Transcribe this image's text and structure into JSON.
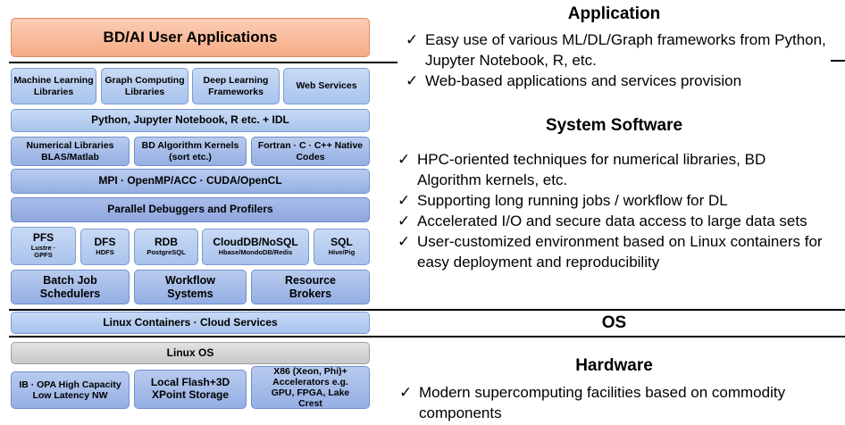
{
  "stack": {
    "user_apps": "BD/AI User Applications",
    "apps_row": [
      "Machine Learning Libraries",
      "Graph Computing Libraries",
      "Deep Learning Frameworks",
      "Web Services"
    ],
    "python_row": "Python, Jupyter Notebook, R etc. + IDL",
    "libs_row": [
      "Numerical Libraries BLAS/Matlab",
      "BD Algorithm Kernels (sort etc.)",
      "Fortran · C · C++ Native Codes"
    ],
    "mpi_row": "MPI · OpenMP/ACC · CUDA/OpenCL",
    "debug_row": "Parallel Debuggers and Profilers",
    "storage_row": [
      {
        "title": "PFS",
        "sub": "Lustre · GPFS"
      },
      {
        "title": "DFS",
        "sub": "HDFS"
      },
      {
        "title": "RDB",
        "sub": "PostgreSQL"
      },
      {
        "title": "CloudDB/NoSQL",
        "sub": "Hbase/MondoDB/Redis"
      },
      {
        "title": "SQL",
        "sub": "Hive/Pig"
      }
    ],
    "sched_row": [
      "Batch Job Schedulers",
      "Workflow Systems",
      "Resource Brokers"
    ],
    "containers_row": "Linux Containers · Cloud Services",
    "linux_os": "Linux OS",
    "hw_row": [
      "IB · OPA High Capacity Low Latency NW",
      "Local Flash+3D XPoint Storage",
      "X86 (Xeon, Phi)+ Accelerators e.g. GPU, FPGA, Lake Crest"
    ]
  },
  "sections": {
    "application": {
      "title": "Application",
      "items": [
        "Easy use of various ML/DL/Graph frameworks from Python, Jupyter Notebook, R, etc.",
        "Web-based applications and services provision"
      ]
    },
    "system_software": {
      "title": "System Software",
      "items": [
        "HPC-oriented  techniques for numerical libraries, BD Algorithm kernels, etc.",
        "Supporting long running jobs / workflow for DL",
        "Accelerated I/O and secure data access to large data sets",
        "User-customized environment based on Linux containers for easy deployment and reproducibility"
      ]
    },
    "os": {
      "title": "OS"
    },
    "hardware": {
      "title": "Hardware",
      "items": [
        "Modern supercomputing facilities based on commodity components"
      ]
    }
  },
  "check_symbol": "✓"
}
